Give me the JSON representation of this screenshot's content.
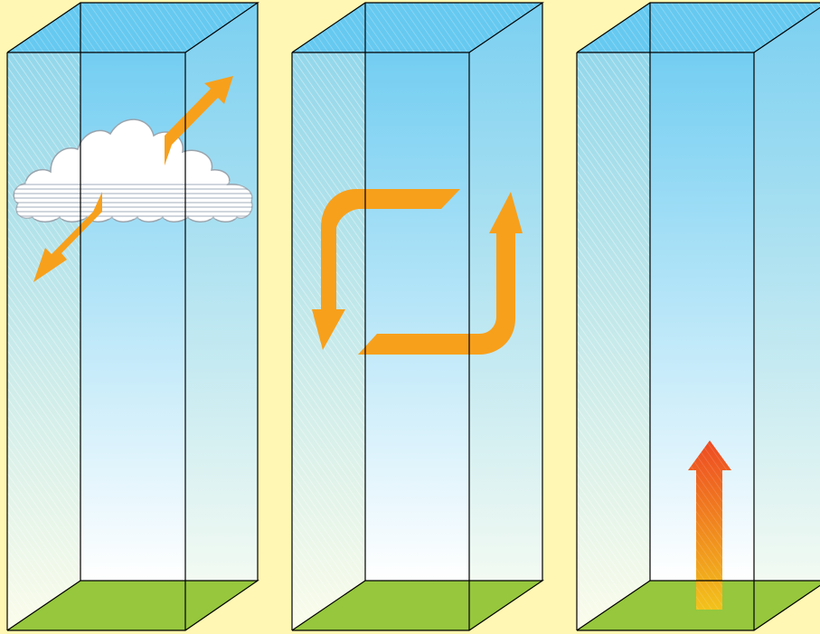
{
  "colors": {
    "background": "#fff7b3",
    "sky_top": "#66c9f0",
    "sky_bottom": "#ffffff",
    "ground": "#96c73d",
    "edge": "#000000",
    "arrow_orange": "#f7a01c",
    "heat_arrow_top": "#ee4a23",
    "heat_arrow_bottom": "#f2c21b",
    "cloud": "#ffffff",
    "cloud_outline": "#9aa4ad"
  },
  "panels": [
    {
      "name": "panel-cloud-exchange",
      "elements": [
        "cloud-icon",
        "upward-diagonal-arrow",
        "downward-diagonal-arrow"
      ]
    },
    {
      "name": "panel-circulation",
      "elements": [
        "circulation-loop-arrows"
      ]
    },
    {
      "name": "panel-surface-heating",
      "elements": [
        "rising-heat-arrow"
      ]
    }
  ]
}
